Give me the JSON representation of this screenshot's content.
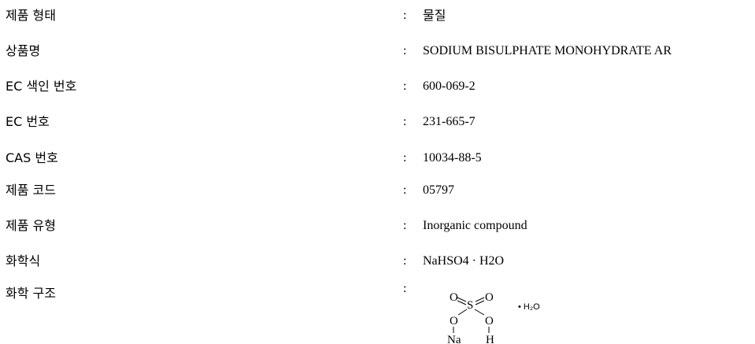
{
  "fields": [
    {
      "label": "제품 형태",
      "colon": ":",
      "value": "물질"
    },
    {
      "label": "상품명",
      "colon": ":",
      "value": "SODIUM BISULPHATE MONOHYDRATE AR"
    },
    {
      "label": "EC 색인 번호",
      "colon": ":",
      "value": "600-069-2"
    },
    {
      "label": "EC 번호",
      "colon": ":",
      "value": "231-665-7"
    },
    {
      "label": "CAS 번호",
      "colon": ":",
      "value": "10034-88-5"
    },
    {
      "label": "제품 코드",
      "colon": ":",
      "value": "05797"
    },
    {
      "label": "제품 유형",
      "colon": ":",
      "value": "Inorganic compound"
    },
    {
      "label": "화학식",
      "colon": ":",
      "value": "NaHSO4 · H2O"
    },
    {
      "label": "화학 구조",
      "colon": ":"
    }
  ],
  "structure": {
    "atoms": {
      "o_top_left": "O",
      "s": "S",
      "o_top_right": "O",
      "o_bottom_left": "O",
      "o_bottom_right": "O",
      "na": "Na",
      "h": "H"
    },
    "hydrate": "• H₂O"
  }
}
